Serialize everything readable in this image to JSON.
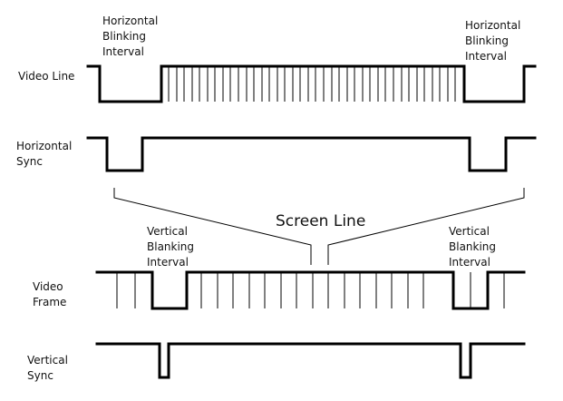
{
  "labels": {
    "hbi_left": [
      "Horizontal",
      "Blinking",
      "Interval"
    ],
    "hbi_right": [
      "Horizontal",
      "Blinking",
      "Interval"
    ],
    "video_line": "Video Line",
    "horizontal_sync": [
      "Horizontal",
      "Sync"
    ],
    "screen_line": "Screen Line",
    "vbi_left": [
      "Vertical",
      "Blanking",
      "Interval"
    ],
    "vbi_right": [
      "Vertical",
      "Blanking",
      "Interval"
    ],
    "video_frame": [
      "Video",
      "Frame"
    ],
    "vertical_sync": [
      "Vertical",
      "Sync"
    ]
  }
}
